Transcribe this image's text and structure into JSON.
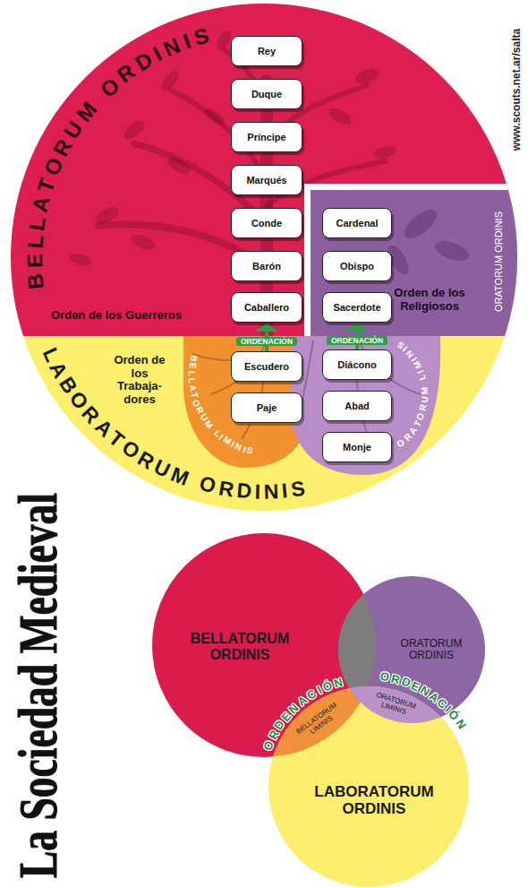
{
  "diagram": {
    "title": "La Sociedad Medieval",
    "nodes": [
      {
        "text": [
          "BELLATORUM ORDINIS",
          "Orden de los Guerreros"
        ]
      },
      {
        "text": [
          "Rey"
        ],
        "in": 0
      },
      {
        "text": [
          "Duque"
        ],
        "in": 0
      },
      {
        "text": [
          "Príncipe"
        ],
        "in": 0
      },
      {
        "text": [
          "Marqués"
        ],
        "in": 0
      },
      {
        "text": [
          "Conde"
        ],
        "in": 0
      },
      {
        "text": [
          "Barón"
        ],
        "in": 0
      },
      {
        "text": [
          "Caballero"
        ],
        "in": 0
      },
      {
        "text": [
          "ORATORUM ORDINIS",
          "Orden de los Religiosos"
        ]
      },
      {
        "text": [
          "Cardenal"
        ],
        "in": 8
      },
      {
        "text": [
          "Obispo"
        ],
        "in": 8
      },
      {
        "text": [
          "Sacerdote"
        ],
        "in": 8
      },
      {
        "text": [
          "Orden de los Trabaja- dores",
          "LABORATORUM ORDINIS"
        ]
      },
      {
        "text": [
          "BELLATORUM LIMINIS"
        ],
        "in": 12
      },
      {
        "text": [
          "Escudero"
        ],
        "in": 13
      },
      {
        "text": [
          "Paje"
        ],
        "in": 13
      },
      {
        "text": [
          "ORATORUM LIMINIS"
        ],
        "in": 12
      },
      {
        "text": [
          "Diácono"
        ],
        "in": 16
      },
      {
        "text": [
          "Abad"
        ],
        "in": 16
      },
      {
        "text": [
          "Monje"
        ],
        "in": 16
      },
      {
        "text": [
          "BELLATORUM ORDINIS"
        ]
      },
      {
        "text": [
          "ORATORUM ORDINIS"
        ]
      },
      {
        "text": [
          "BELLATORUM LIMINIS"
        ]
      },
      {
        "text": [
          "ORATORUM LIMINIS"
        ]
      },
      {
        "text": [
          "LABORATORUM ORDINIS"
        ]
      }
    ],
    "edges": [
      {
        "from": 14,
        "to": 7,
        "arrow": "to",
        "label": "ORDENACIÓN"
      },
      {
        "from": 17,
        "to": 11,
        "arrow": "to",
        "label": "ORDENACIÓN"
      }
    ],
    "labels": [
      "www.scouts.net.ar/salta",
      "ORDENACIÓN",
      "ORDENACIÓN"
    ]
  }
}
